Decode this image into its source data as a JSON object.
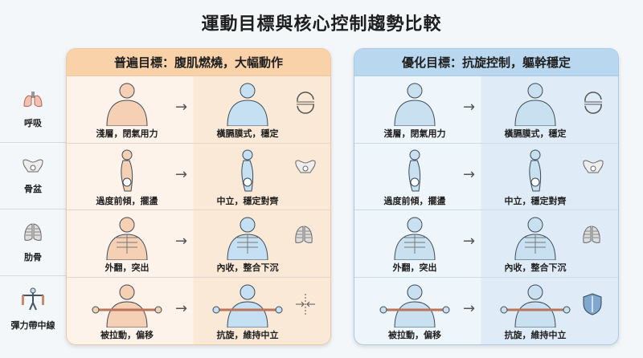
{
  "title": "運動目標與核心控制趨勢比較",
  "rows": [
    {
      "label": "呼吸",
      "icon": "lungs-icon"
    },
    {
      "label": "骨盆",
      "icon": "pelvis-icon"
    },
    {
      "label": "肋骨",
      "icon": "ribcage-icon"
    },
    {
      "label": "彈力帶中線",
      "icon": "band-figure-icon"
    }
  ],
  "panels": [
    {
      "key": "common",
      "header": "普遍目標：腹肌燃燒，大幅動作",
      "accent": "#f9d2aa",
      "rows": [
        {
          "before": "淺層，閉氣用力",
          "after": "橫膈膜式，穩定",
          "side_icon": "breath-cycle-icon"
        },
        {
          "before": "過度前傾，擺盪",
          "after": "中立，穩定對齊",
          "side_icon": "pelvis-icon"
        },
        {
          "before": "外翻，突出",
          "after": "內收，整合下沉",
          "side_icon": "ribcage-icon"
        },
        {
          "before": "被拉動，偏移",
          "after": "抗旋，維持中立",
          "side_icon": "centerline-arrows-icon"
        }
      ]
    },
    {
      "key": "optimized",
      "header": "優化目標：抗旋控制，軀幹穩定",
      "accent": "#b9d8f0",
      "rows": [
        {
          "before": "淺層，閉氣用力",
          "after": "橫膈膜式，穩定",
          "side_icon": "breath-cycle-icon"
        },
        {
          "before": "過度前傾，擺盪",
          "after": "中立，穩定對齊",
          "side_icon": "pelvis-icon"
        },
        {
          "before": "外翻，突出",
          "after": "內收，整合下沉",
          "side_icon": "ribcage-icon"
        },
        {
          "before": "被拉動，偏移",
          "after": "抗旋，維持中立",
          "side_icon": "shield-icon"
        }
      ]
    }
  ],
  "arrow": "→"
}
